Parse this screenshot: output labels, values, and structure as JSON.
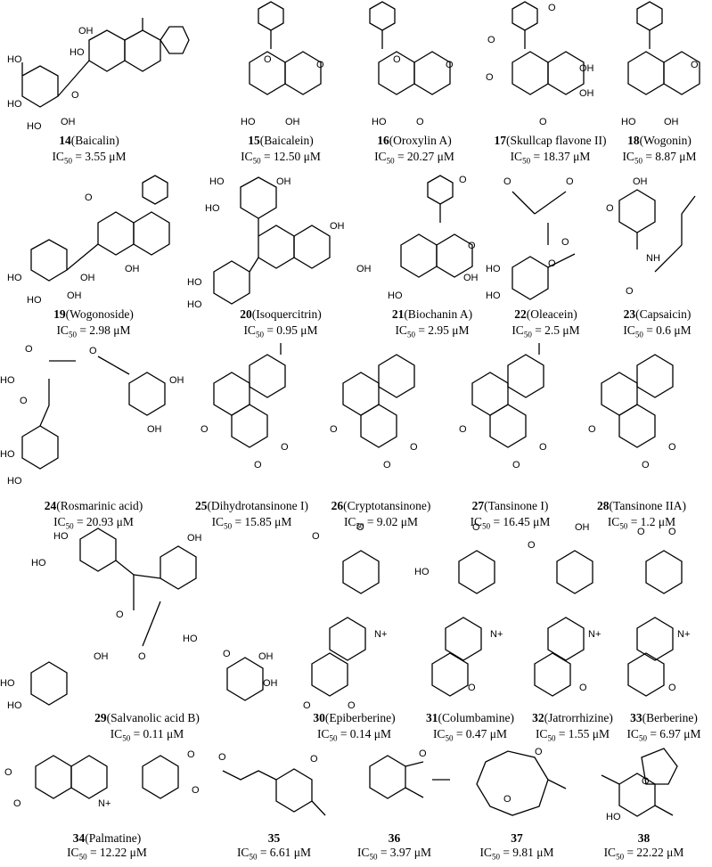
{
  "compounds": [
    {
      "num": "14",
      "name": "(Baicalin)",
      "ic50": "= 3.55 μM"
    },
    {
      "num": "15",
      "name": "(Baicalein)",
      "ic50": "= 12.50 μM"
    },
    {
      "num": "16",
      "name": "(Oroxylin A)",
      "ic50": "= 20.27 μM"
    },
    {
      "num": "17",
      "name": "(Skullcap flavone II)",
      "ic50": "= 18.37 μM"
    },
    {
      "num": "18",
      "name": "(Wogonin)",
      "ic50": "= 8.87 μM"
    },
    {
      "num": "19",
      "name": "(Wogonoside)",
      "ic50": "= 2.98 μM"
    },
    {
      "num": "20",
      "name": "(Isoquercitrin)",
      "ic50": "= 0.95 μM"
    },
    {
      "num": "21",
      "name": "(Biochanin A)",
      "ic50": "= 2.95 μM"
    },
    {
      "num": "22",
      "name": "(Oleacein)",
      "ic50": "= 2.5 μM"
    },
    {
      "num": "23",
      "name": "(Capsaicin)",
      "ic50": "= 0.6 μM"
    },
    {
      "num": "24",
      "name": "(Rosmarinic acid)",
      "ic50": "= 20.93 μM"
    },
    {
      "num": "25",
      "name": "(Dihydrotansinone I)",
      "ic50": "= 15.85 μM"
    },
    {
      "num": "26",
      "name": "(Cryptotansinone)",
      "ic50": "= 9.02 μM"
    },
    {
      "num": "27",
      "name": "(Tansinone I)",
      "ic50": "= 16.45 μM"
    },
    {
      "num": "28",
      "name": "(Tansinone IIA)",
      "ic50": "= 1.2 μM"
    },
    {
      "num": "29",
      "name": "(Salvanolic acid B)",
      "ic50": "= 0.11 μM"
    },
    {
      "num": "30",
      "name": "(Epiberberine)",
      "ic50": "= 0.14 μM"
    },
    {
      "num": "31",
      "name": "(Columbamine)",
      "ic50": "= 0.47 μM"
    },
    {
      "num": "32",
      "name": "(Jatrorrhizine)",
      "ic50": "= 1.55 μM"
    },
    {
      "num": "33",
      "name": "(Berberine)",
      "ic50": "= 6.97 μM"
    },
    {
      "num": "34",
      "name": "(Palmatine)",
      "ic50": "= 12.22 μM"
    },
    {
      "num": "35",
      "name": "",
      "ic50": "= 6.61 μM"
    },
    {
      "num": "36",
      "name": "",
      "ic50": "= 3.97 μM"
    },
    {
      "num": "37",
      "name": "",
      "ic50": "= 9.81 μM"
    },
    {
      "num": "38",
      "name": "",
      "ic50": "= 22.22 μM"
    }
  ],
  "labels": {
    "ic50_prefix": "IC",
    "ic50_sub": "50",
    "OH": "OH",
    "HO": "HO",
    "O": "O",
    "NH": "NH",
    "N_plus": "N+"
  }
}
